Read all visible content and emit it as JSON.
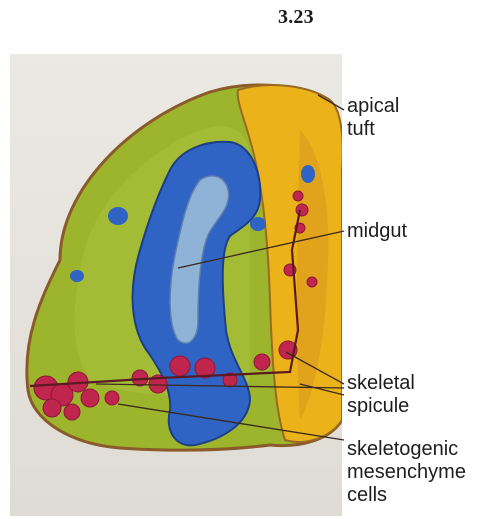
{
  "figure": {
    "number": "3.23"
  },
  "labels": {
    "apical_tuft": "apical\ntuft",
    "midgut": "midgut",
    "skeletal_spicule": "skeletal\nspicule",
    "skeletogenic_mesenchyme_cells": "skeletogenic\nmesenchyme\ncells"
  },
  "colors": {
    "background_paper": "#e9e7e1",
    "ectoderm_green": "#9cb52c",
    "apical_yellow": "#ebb21a",
    "midgut_blue": "#2f63c4",
    "lumen_light_blue": "#8fb3d6",
    "mesenchyme_magenta": "#c0254e",
    "leader_line": "#3a2a1e"
  }
}
